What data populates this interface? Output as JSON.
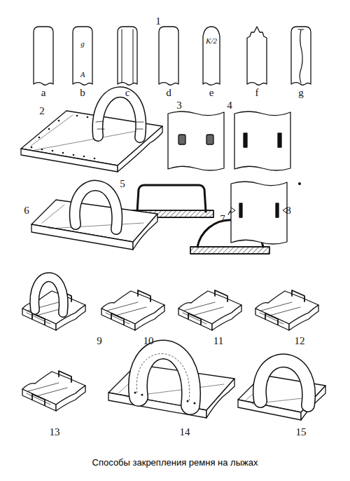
{
  "diagram": {
    "caption": "Способы закрепления ремня на лыжах",
    "labels": [
      "1",
      "a",
      "g",
      "A",
      "b",
      "c",
      "d",
      "K/2",
      "e",
      "f",
      "g",
      "2",
      "3",
      "4",
      "5",
      "6",
      "7",
      "8",
      "9",
      "10",
      "11",
      "12",
      "13",
      "14",
      "15"
    ]
  }
}
